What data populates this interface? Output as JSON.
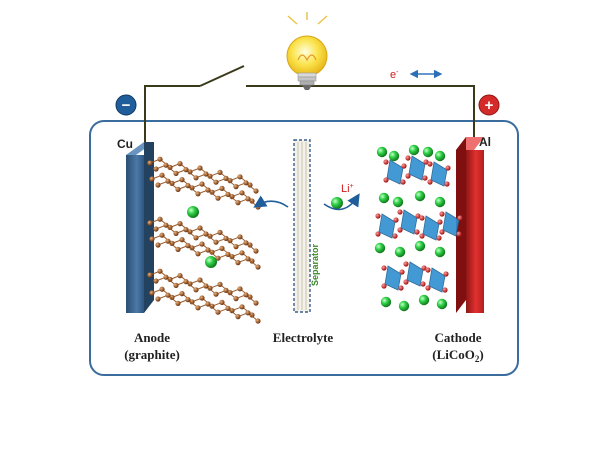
{
  "labels": {
    "cu": "Cu",
    "al": "Al",
    "electron": "e",
    "electron_sup": "-",
    "li_ion": "Li",
    "li_ion_sup": "+",
    "separator": "Separator",
    "anode": "Anode",
    "anode_material": "(graphite)",
    "electrolyte": "Electrolyte",
    "cathode": "Cathode",
    "cathode_material_prefix": "(LiCoO",
    "cathode_material_sub": "2",
    "cathode_material_suffix": ")",
    "negative_terminal": "−",
    "positive_terminal": "+"
  },
  "colors": {
    "cell_border": "#3a6d9e",
    "anode_electrode": "#3f6b97",
    "cathode_electrode": "#d42a2a",
    "wire": "#3a3a1a",
    "graphite_atom": "#8a4a1c",
    "graphite_bond": "#9a5a28",
    "lithium": "#27c23a",
    "cobalt_oxide": "#2f8fcf",
    "oxygen": "#cc2a2a",
    "electron_label": "#d11a1a",
    "separator_label": "#3a8a28",
    "bulb": "#f3d321"
  },
  "icons": {
    "bulb": "light-bulb-icon",
    "switch": "open-switch-icon",
    "negative": "minus-circle-icon",
    "positive": "plus-circle-icon",
    "electron_flow": "double-arrow-icon"
  }
}
